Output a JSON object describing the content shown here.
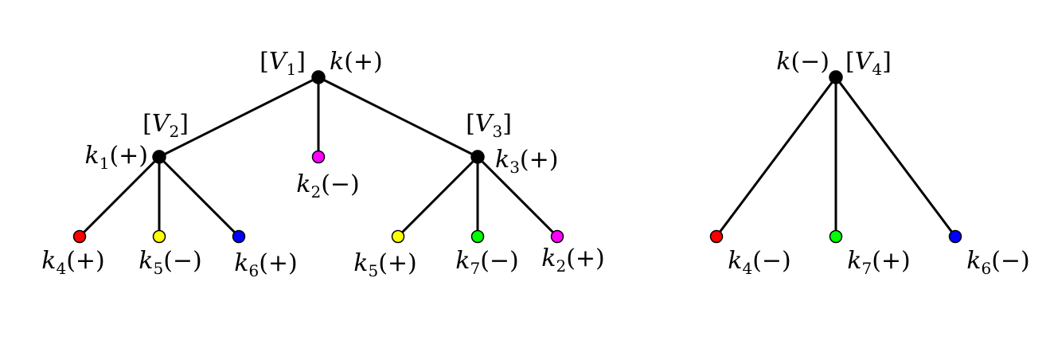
{
  "colors": {
    "black": "#000000",
    "red": "#ff0000",
    "yellow": "#ffff00",
    "blue": "#0000ff",
    "magenta": "#ff00ff",
    "green": "#00ff00"
  },
  "trees": [
    {
      "nodes": [
        {
          "id": "t1-root",
          "color": "black",
          "label": {
            "sym": "k",
            "sub": "",
            "sign": "+"
          },
          "vertex": {
            "sym": "V",
            "sub": "1"
          }
        },
        {
          "id": "t1-k1",
          "color": "black",
          "label": {
            "sym": "k",
            "sub": "1",
            "sign": "+"
          },
          "vertex": {
            "sym": "V",
            "sub": "2"
          }
        },
        {
          "id": "t1-k2",
          "color": "magenta",
          "label": {
            "sym": "k",
            "sub": "2",
            "sign": "−"
          }
        },
        {
          "id": "t1-k3",
          "color": "black",
          "label": {
            "sym": "k",
            "sub": "3",
            "sign": "+"
          },
          "vertex": {
            "sym": "V",
            "sub": "3"
          }
        },
        {
          "id": "t1-k4",
          "color": "red",
          "label": {
            "sym": "k",
            "sub": "4",
            "sign": "+"
          }
        },
        {
          "id": "t1-k5a",
          "color": "yellow",
          "label": {
            "sym": "k",
            "sub": "5",
            "sign": "−"
          }
        },
        {
          "id": "t1-k6",
          "color": "blue",
          "label": {
            "sym": "k",
            "sub": "6",
            "sign": "+"
          }
        },
        {
          "id": "t1-k5b",
          "color": "yellow",
          "label": {
            "sym": "k",
            "sub": "5",
            "sign": "+"
          }
        },
        {
          "id": "t1-k7",
          "color": "green",
          "label": {
            "sym": "k",
            "sub": "7",
            "sign": "−"
          }
        },
        {
          "id": "t1-k2b",
          "color": "magenta",
          "label": {
            "sym": "k",
            "sub": "2",
            "sign": "+"
          }
        }
      ],
      "edges": [
        [
          "t1-root",
          "t1-k1"
        ],
        [
          "t1-root",
          "t1-k2"
        ],
        [
          "t1-root",
          "t1-k3"
        ],
        [
          "t1-k1",
          "t1-k4"
        ],
        [
          "t1-k1",
          "t1-k5a"
        ],
        [
          "t1-k1",
          "t1-k6"
        ],
        [
          "t1-k3",
          "t1-k5b"
        ],
        [
          "t1-k3",
          "t1-k7"
        ],
        [
          "t1-k3",
          "t1-k2b"
        ]
      ]
    },
    {
      "nodes": [
        {
          "id": "t2-root",
          "color": "black",
          "label": {
            "sym": "k",
            "sub": "",
            "sign": "−"
          },
          "vertex": {
            "sym": "V",
            "sub": "4"
          }
        },
        {
          "id": "t2-k4",
          "color": "red",
          "label": {
            "sym": "k",
            "sub": "4",
            "sign": "−"
          }
        },
        {
          "id": "t2-k7",
          "color": "green",
          "label": {
            "sym": "k",
            "sub": "7",
            "sign": "+"
          }
        },
        {
          "id": "t2-k6",
          "color": "blue",
          "label": {
            "sym": "k",
            "sub": "6",
            "sign": "−"
          }
        }
      ],
      "edges": [
        [
          "t2-root",
          "t2-k4"
        ],
        [
          "t2-root",
          "t2-k7"
        ],
        [
          "t2-root",
          "t2-k6"
        ]
      ]
    }
  ]
}
